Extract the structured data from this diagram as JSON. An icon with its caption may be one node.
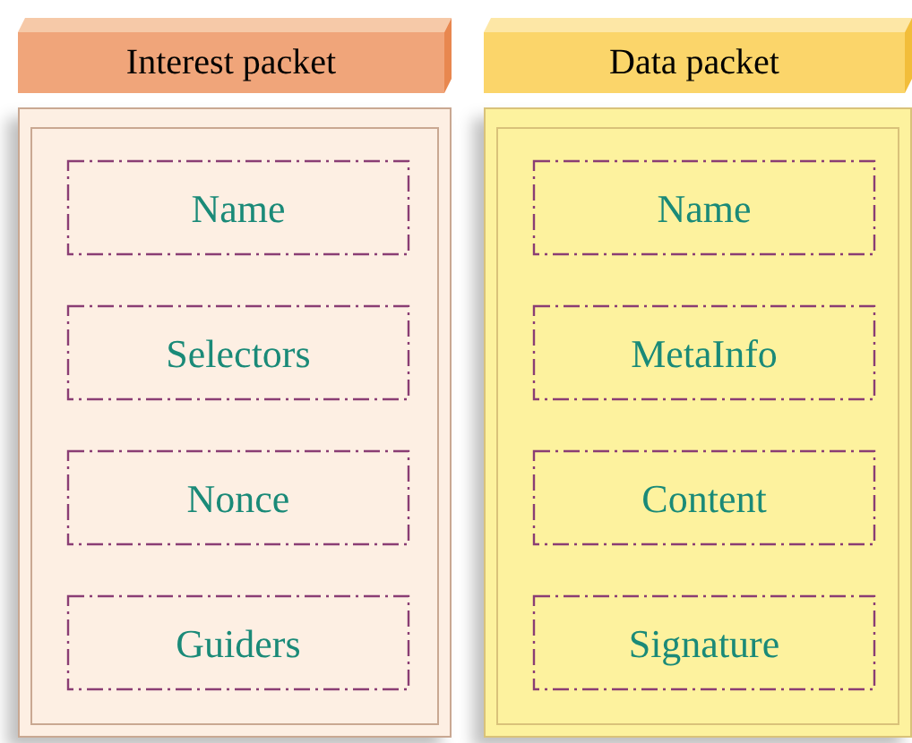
{
  "diagram": {
    "nodes": [
      {
        "text": [
          "Interest packet"
        ]
      },
      {
        "text": [],
        "shape": "box"
      },
      {
        "text": [
          "Name"
        ],
        "in": 1
      },
      {
        "text": [
          "Selectors"
        ],
        "in": 1
      },
      {
        "text": [
          "Nonce"
        ],
        "in": 1
      },
      {
        "text": [
          "Guiders"
        ],
        "in": 1
      },
      {
        "text": [
          "Data packet"
        ]
      },
      {
        "text": [],
        "shape": "box"
      },
      {
        "text": [
          "Name"
        ],
        "in": 7
      },
      {
        "text": [
          "MetaInfo"
        ],
        "in": 7
      },
      {
        "text": [
          "Content"
        ],
        "in": 7
      },
      {
        "text": [
          "Signature"
        ],
        "in": 7
      }
    ]
  }
}
